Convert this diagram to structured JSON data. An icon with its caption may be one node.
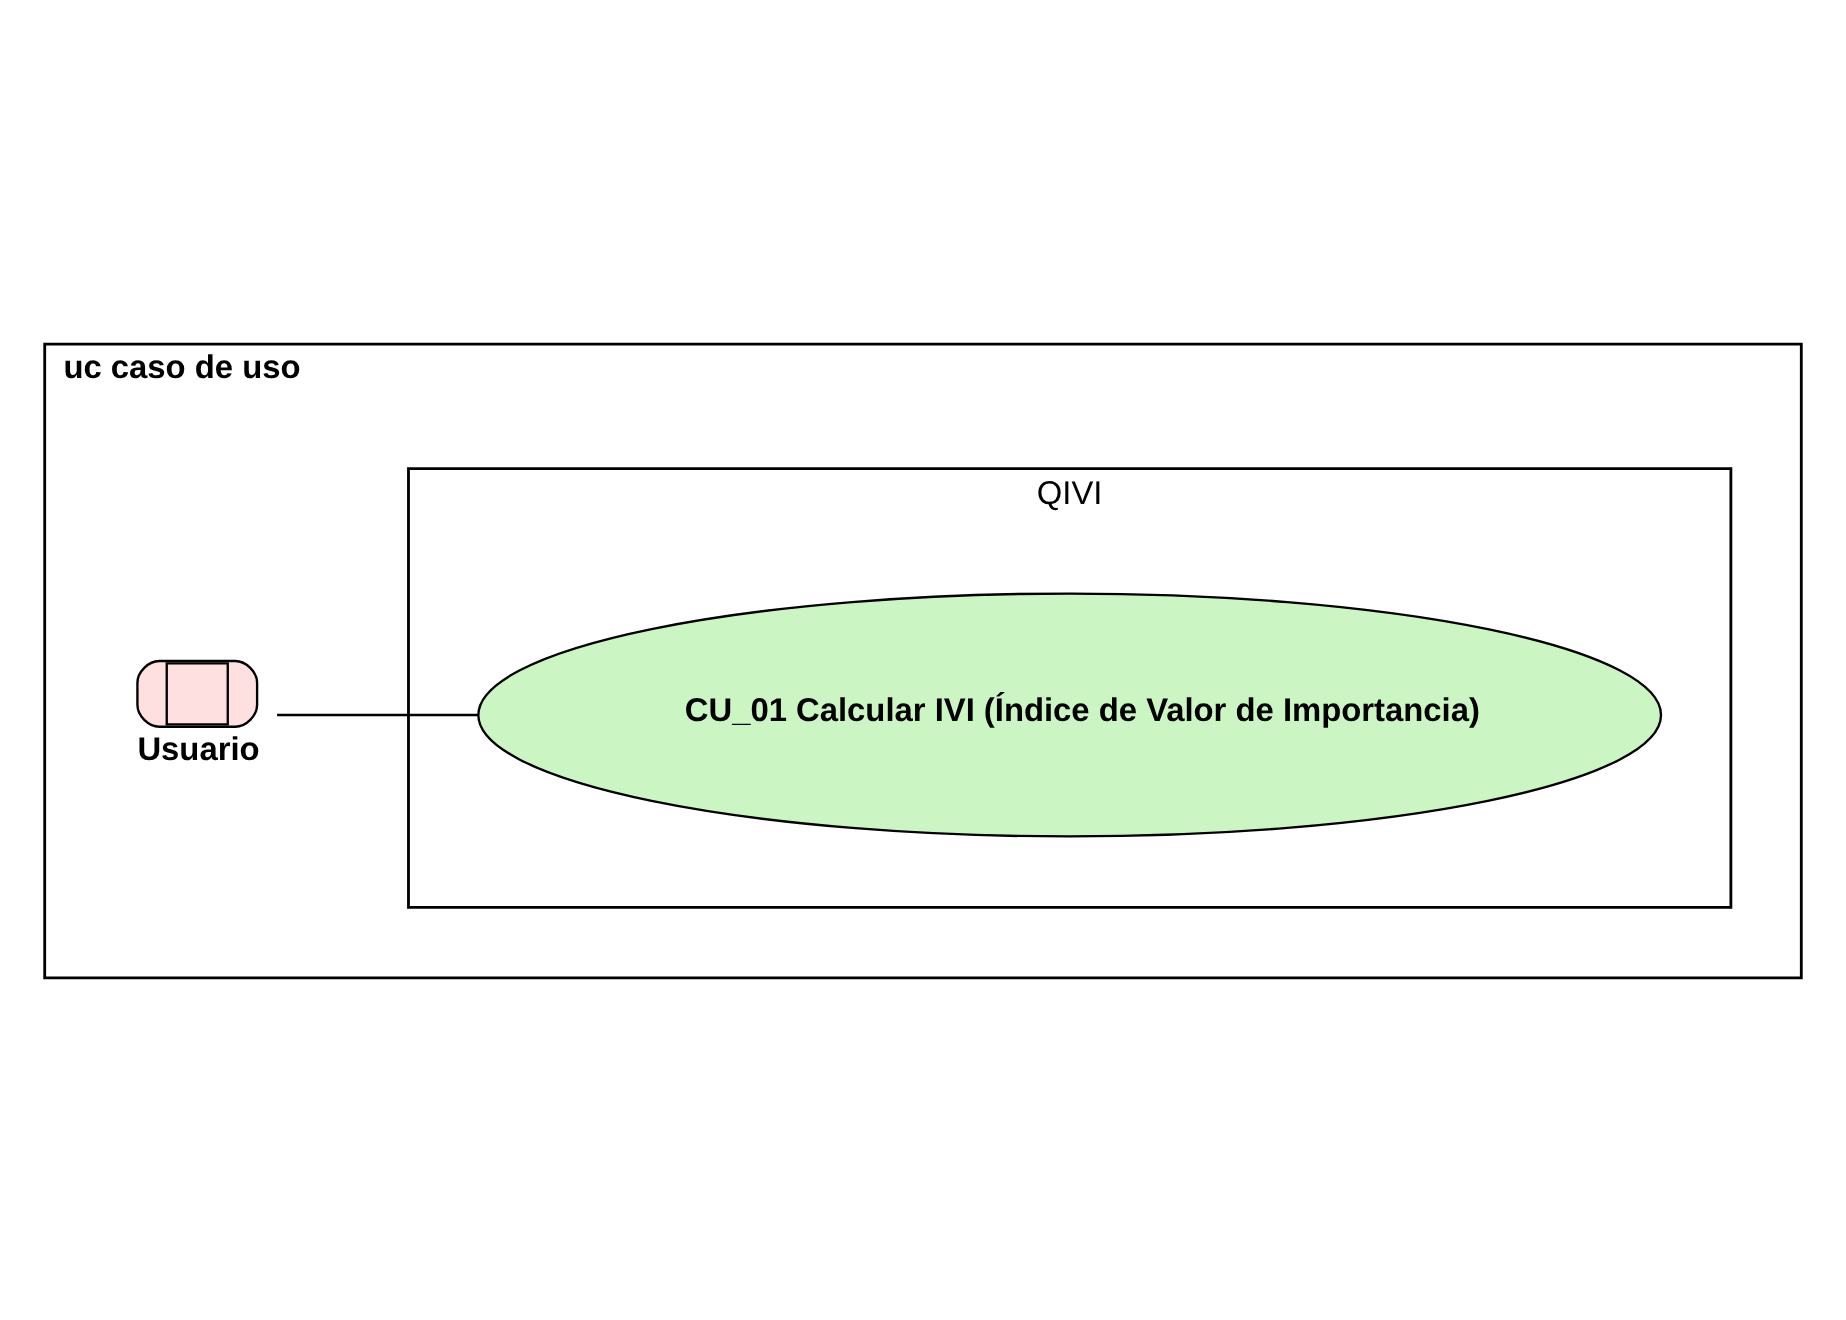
{
  "diagram": {
    "nodes": [
      {
        "text": [
          "uc caso de uso"
        ]
      },
      {
        "text": [
          "QIVI"
        ],
        "in": 0
      },
      {
        "text": [
          "Usuario"
        ],
        "in": 0
      },
      {
        "text": [
          "CU_01 Calcular IVI (Índice de Valor de Importancia)"
        ],
        "in": 1
      }
    ],
    "edges": [
      {
        "from": 2,
        "to": 3,
        "arrow": "none"
      }
    ]
  }
}
